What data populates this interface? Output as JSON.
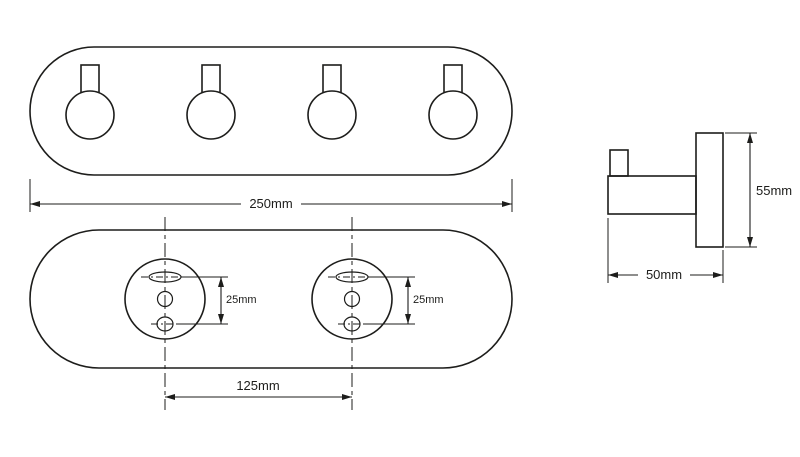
{
  "palette": {
    "line_color": "#1d1d1b",
    "background": "#ffffff"
  },
  "views": {
    "front": {
      "hook_count": 4,
      "width_label": "250mm"
    },
    "mounting": {
      "left_hole_height_label": "25mm",
      "right_hole_height_label": "25mm",
      "hole_spacing_label": "125mm"
    },
    "side": {
      "height_label": "55mm",
      "depth_label": "50mm"
    }
  }
}
